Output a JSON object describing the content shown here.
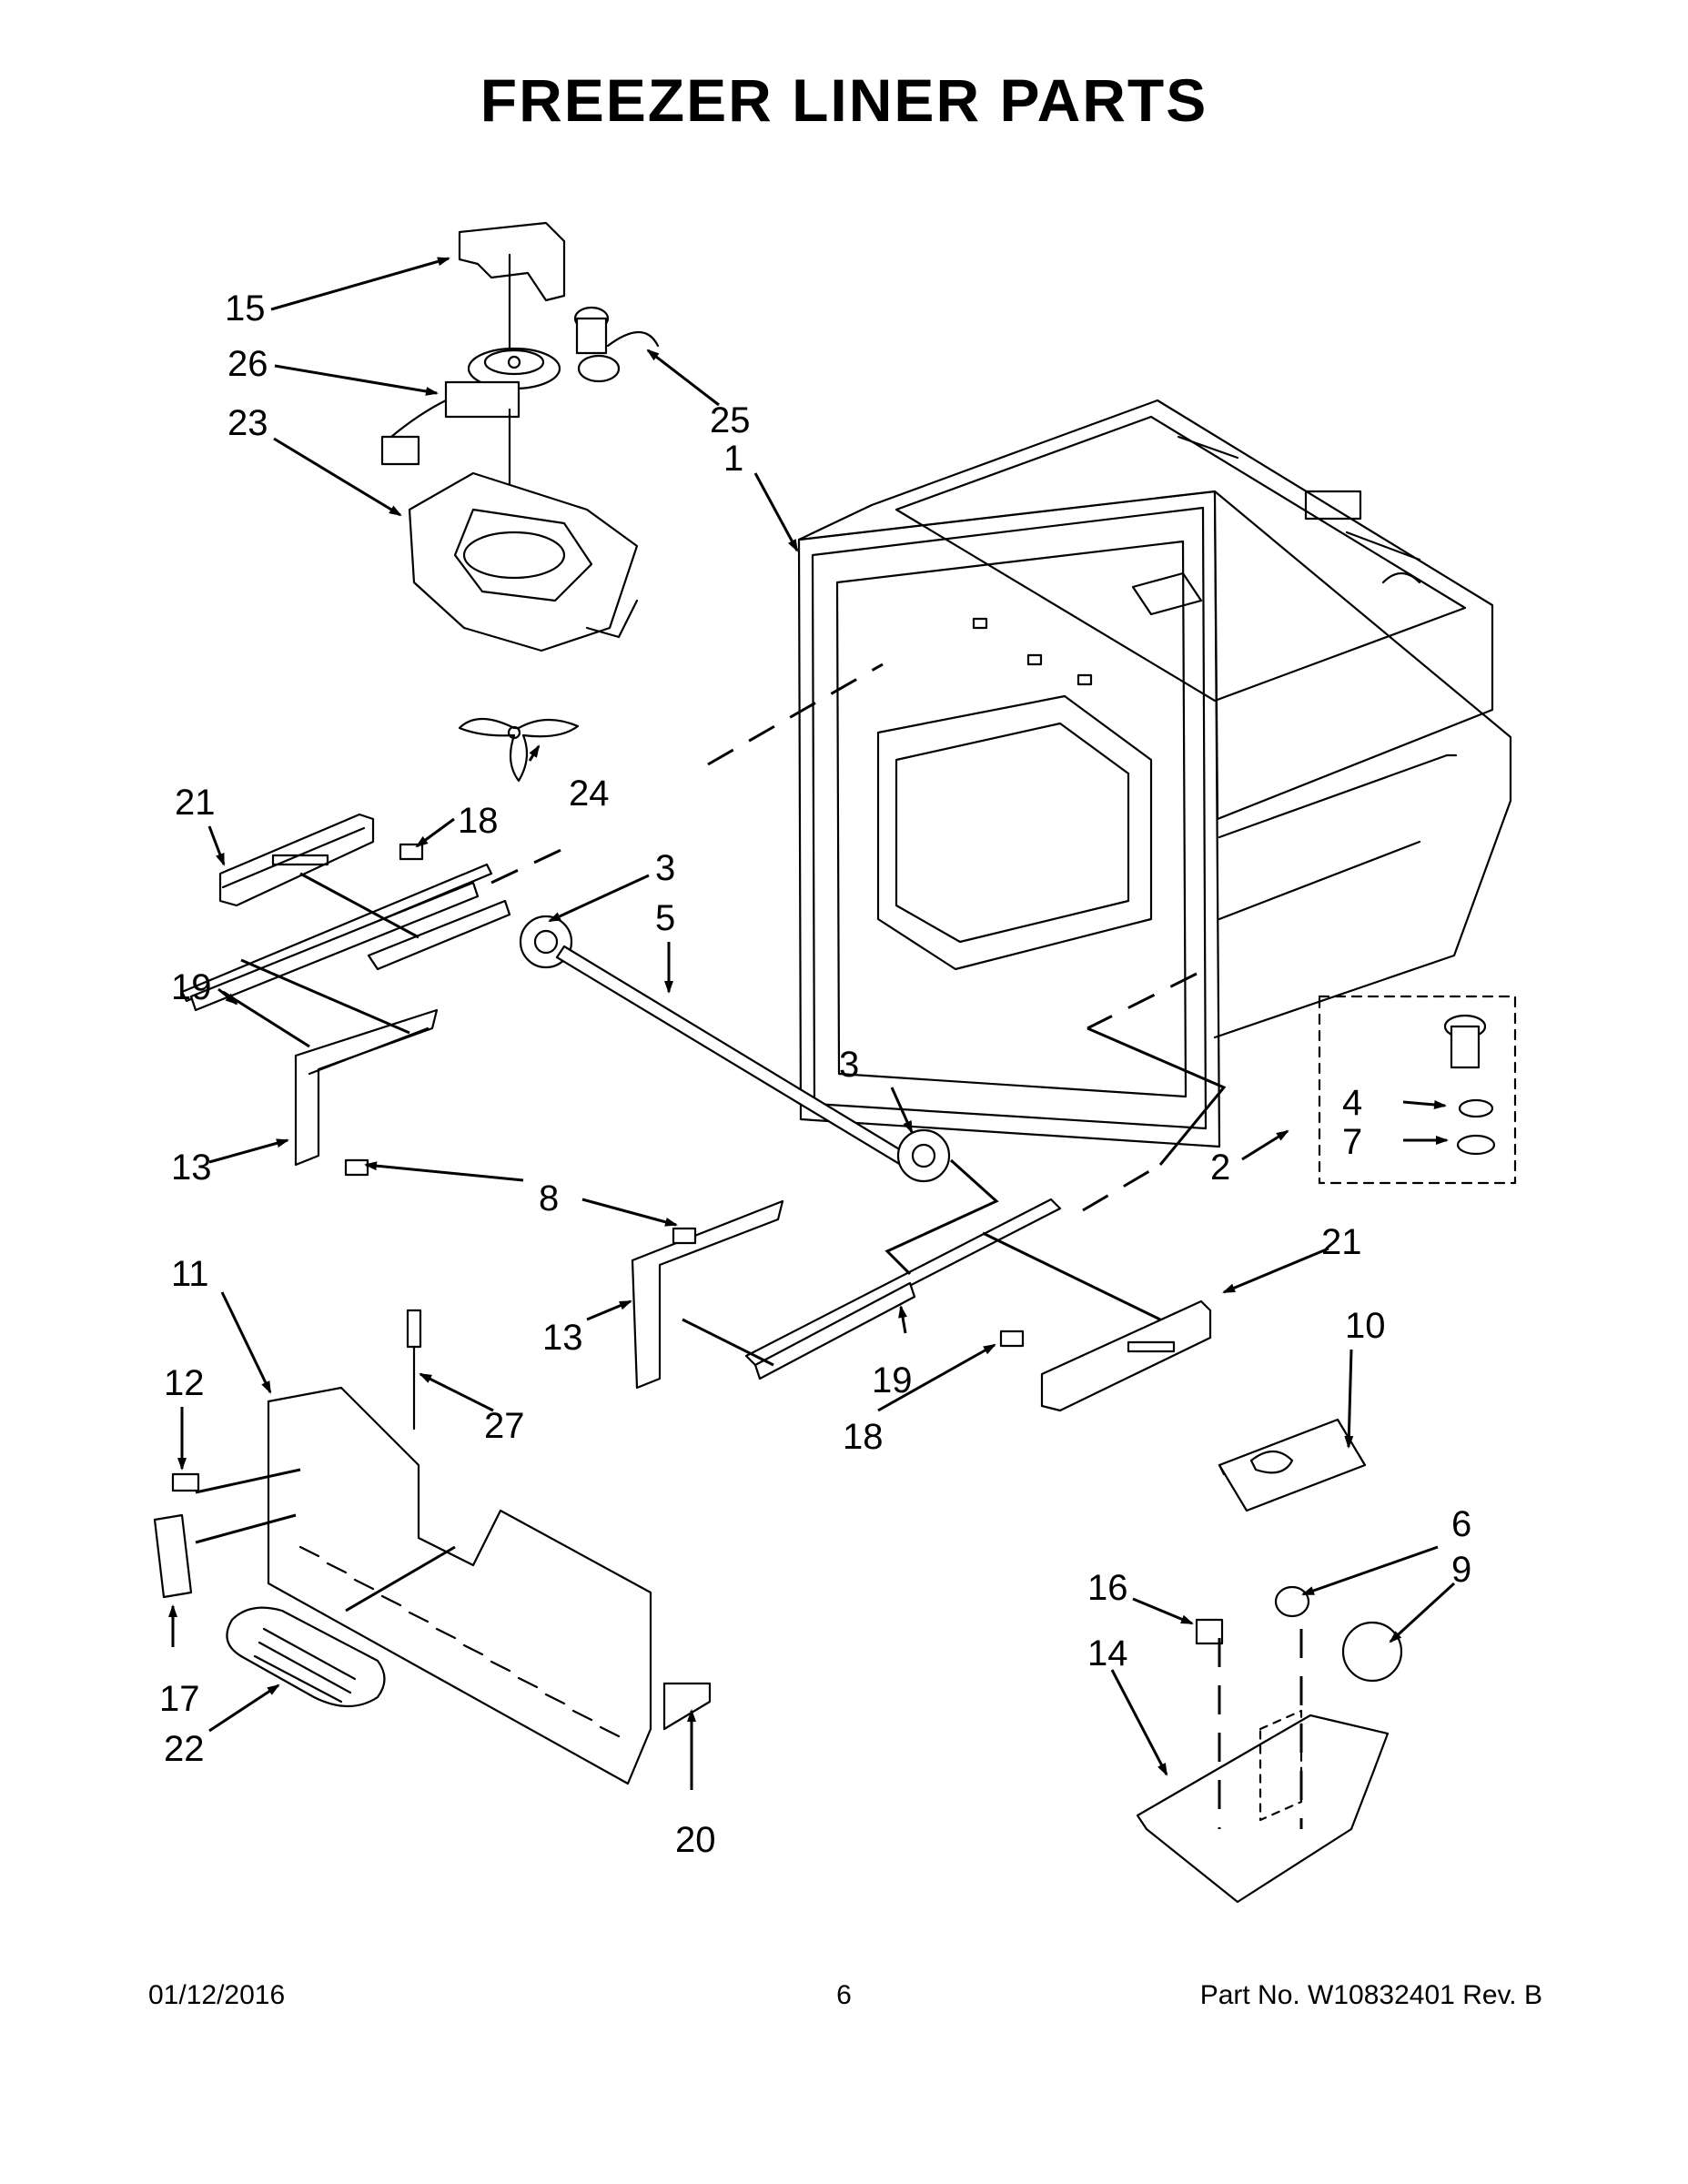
{
  "title": "FREEZER LINER PARTS",
  "footer": {
    "date": "01/12/2016",
    "page": "6",
    "part_no": "Part No.  W10832401  Rev.  B"
  },
  "callouts": {
    "c1": "1",
    "c2": "2",
    "c3a": "3",
    "c3b": "3",
    "c4": "4",
    "c5": "5",
    "c6": "6",
    "c7": "7",
    "c8": "8",
    "c9": "9",
    "c10": "10",
    "c11": "11",
    "c12": "12",
    "c13a": "13",
    "c13b": "13",
    "c14": "14",
    "c15": "15",
    "c16": "16",
    "c17": "17",
    "c18a": "18",
    "c18b": "18",
    "c19a": "19",
    "c19b": "19",
    "c20": "20",
    "c21a": "21",
    "c21b": "21",
    "c22": "22",
    "c23": "23",
    "c24": "24",
    "c25": "25",
    "c26": "26",
    "c27": "27"
  }
}
